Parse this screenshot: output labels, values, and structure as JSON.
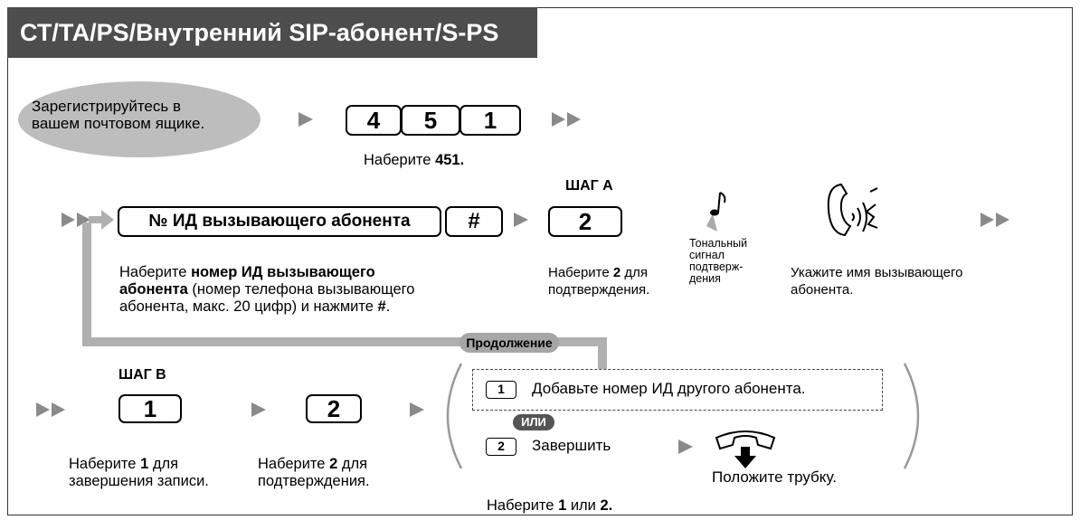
{
  "header": {
    "title": "СТ/ТА/PS/Внутренний SIP-абонент/S-PS"
  },
  "login": {
    "line1": "Зарегистрируйтесь в",
    "line2": "вашем почтовом ящике."
  },
  "dial451": {
    "digits": [
      "4",
      "5",
      "1"
    ],
    "caption_prefix": "Наберите ",
    "caption_bold": "451."
  },
  "caller_id": {
    "key_label": "№ ИД вызывающего абонента",
    "hash_label": "#",
    "line1_prefix": "Наберите ",
    "line1_bold": "номер ИД вызывающего",
    "line2_bold": "абонента",
    "line2_rest": " (номер телефона вызывающего",
    "line3": "абонента, макс. 20 цифр) и нажмите ",
    "line3_bold": "#",
    "line3_end": "."
  },
  "step_a": {
    "label": "ШАГ А",
    "key": "2",
    "line1_prefix": "Наберите ",
    "line1_bold": "2",
    "line1_rest": " для",
    "line2": "подтверждения."
  },
  "tone": {
    "line1": "Тональный",
    "line2": "сигнал",
    "line3": "подтверж-",
    "line4": "дения"
  },
  "speak": {
    "line1": "Укажите имя вызывающего",
    "line2": "абонента."
  },
  "continue_label": "Продолжение",
  "step_b": {
    "label": "ШАГ В",
    "key": "1",
    "line1_prefix": "Наберите ",
    "line1_bold": "1",
    "line1_rest": " для",
    "line2": "завершения записи."
  },
  "confirm2": {
    "key": "2",
    "line1_prefix": "Наберите ",
    "line1_bold": "2",
    "line1_rest": " для",
    "line2": "подтверждения."
  },
  "options": {
    "opt1_key": "1",
    "opt1_text": "Добавьте номер ИД другого абонента.",
    "or_label": "ИЛИ",
    "opt2_key": "2",
    "opt2_text": "Завершить",
    "hangup": "Положите трубку."
  },
  "final": {
    "prefix": "Наберите ",
    "b1": "1",
    "mid": " или ",
    "b2": "2."
  }
}
